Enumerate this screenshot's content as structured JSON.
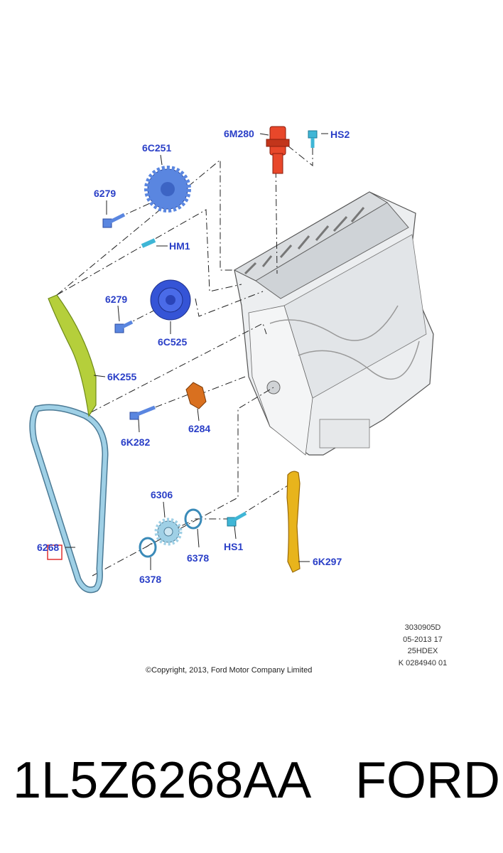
{
  "colors": {
    "label": "#2a3fc7",
    "chain": "#9fd0e6",
    "guide_left": "#b5cf3b",
    "guide_right": "#e8b41c",
    "solenoid": "#e8472a",
    "sprocket_blue": "#5a86e0",
    "sprocket_dark": "#3554d6",
    "tensioner": "#d9701f",
    "bolt_cyan": "#3fb6d6",
    "highlight_box": "#e03030"
  },
  "labels": {
    "6M280": "6M280",
    "HS2": "HS2",
    "6C251": "6C251",
    "6279_a": "6279",
    "HM1": "HM1",
    "6279_b": "6279",
    "6C525": "6C525",
    "6K255": "6K255",
    "6284": "6284",
    "6K282": "6K282",
    "6306": "6306",
    "6268": "6268",
    "HS1": "HS1",
    "6378_a": "6378",
    "6378_b": "6378",
    "6K297": "6K297"
  },
  "meta": {
    "line1": "3030905D",
    "line2": "05-2013 17",
    "line3": "25HDEX",
    "line4": "K 0284940 01"
  },
  "copyright": "©Copyright, 2013, Ford Motor Company Limited",
  "caption": {
    "part_number": "1L5Z6268AA",
    "brand": "FORD"
  }
}
